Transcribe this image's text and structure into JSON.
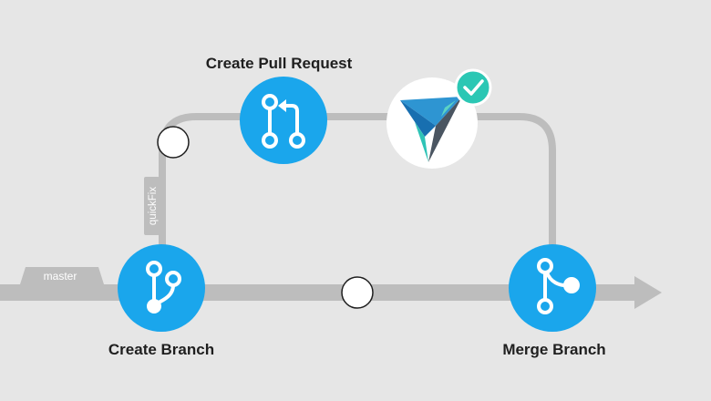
{
  "diagram": {
    "branches": {
      "main_label": "master",
      "feature_label": "quickFix"
    },
    "steps": {
      "create_branch": "Create Branch",
      "create_pull_request": "Create Pull Request",
      "merge_branch": "Merge Branch"
    },
    "review_badge_icon": "check-icon",
    "colors": {
      "background": "#e6e6e6",
      "track": "#bdbdbd",
      "node_blue": "#1aa6ec",
      "check_teal": "#2bc7b4",
      "text": "#1f1f1f"
    }
  }
}
